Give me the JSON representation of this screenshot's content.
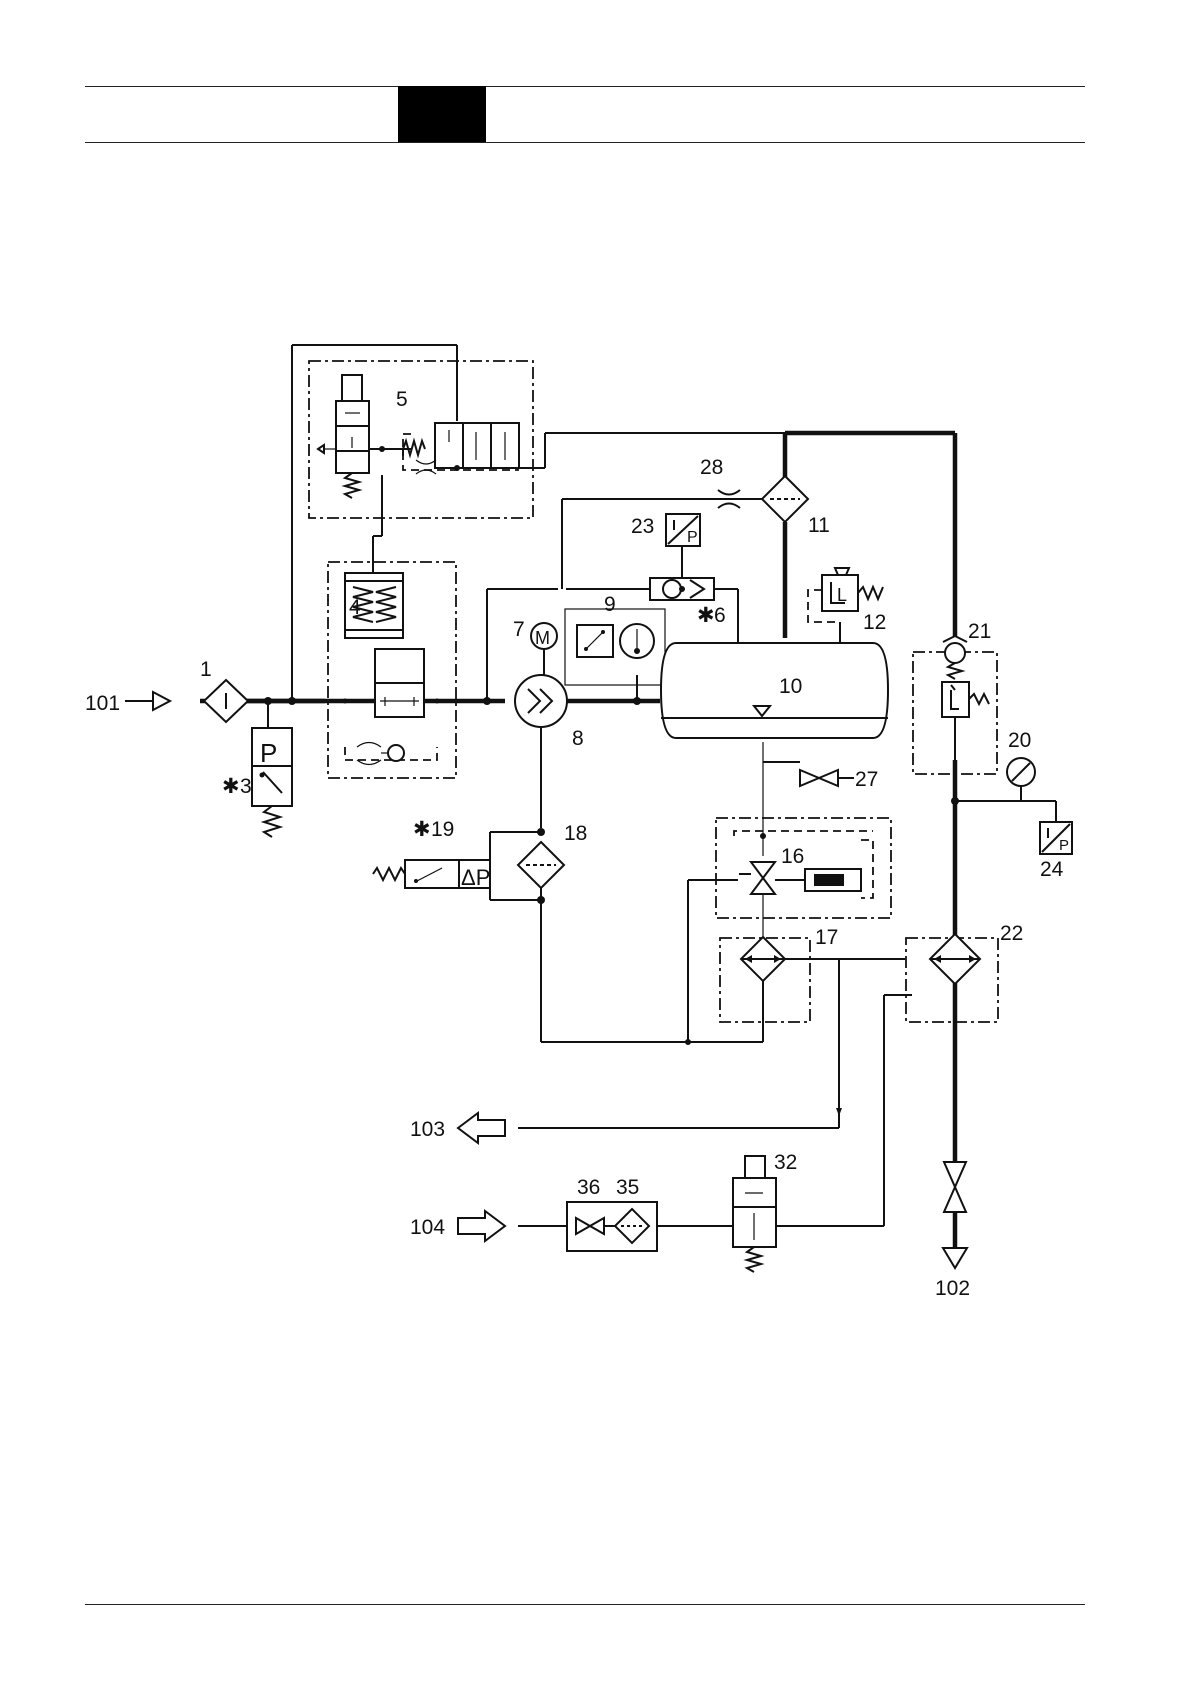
{
  "header": {
    "has_black_block": true
  },
  "labels": {
    "l101": "101",
    "l102": "102",
    "l103": "103",
    "l104": "104",
    "l1": "1",
    "l3": "3",
    "l4": "4",
    "l5": "5",
    "l6": "6",
    "l7": "7",
    "l8": "8",
    "l9": "9",
    "l10": "10",
    "l11": "11",
    "l12": "12",
    "l16": "16",
    "l17": "17",
    "l18": "18",
    "l19": "19",
    "l20": "20",
    "l21": "21",
    "l22": "22",
    "l23": "23",
    "l24": "24",
    "l27": "27",
    "l28": "28",
    "l32": "32",
    "l35": "35",
    "l36": "36"
  },
  "glyphs": {
    "star": "✱",
    "motor": "M",
    "pressure": "P",
    "delta_pressure": "ΔP",
    "level": "L"
  },
  "colors": {
    "line": "#111111",
    "background": "#ffffff"
  }
}
